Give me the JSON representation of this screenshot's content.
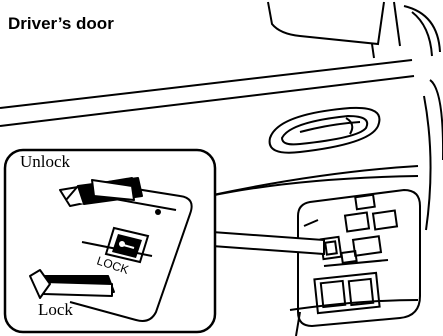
{
  "title": "Driver’s door",
  "callout": {
    "unlock_label": "Unlock",
    "lock_label": "Lock",
    "switch_text": "LOCK"
  },
  "icons": [
    "key-lock-icon",
    "arrow-icon"
  ],
  "colors": {
    "line": "#000000",
    "background": "#ffffff"
  }
}
